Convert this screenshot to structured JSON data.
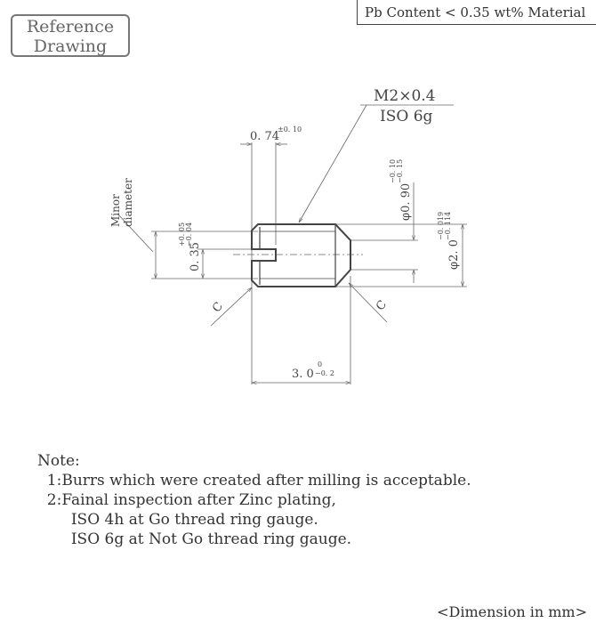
{
  "badge": {
    "line1": "Reference",
    "line2": "Drawing"
  },
  "material": "Pb Content < 0.35 wt% Material",
  "drawing": {
    "thread_spec": "M2×0.4",
    "thread_class": "ISO 6g",
    "slot_width": "0. 74",
    "slot_width_tol": "±0. 10",
    "minor_label_1": "Minor",
    "minor_label_2": "diameter",
    "slot_depth": "0. 35",
    "slot_depth_tol_upper": "+0. 05",
    "slot_depth_tol_lower": "−0. 04",
    "tip_dia": "φ0. 90",
    "tip_dia_tol_upper": "−0. 10",
    "tip_dia_tol_lower": "−0. 15",
    "outer_dia": "φ2. 0",
    "outer_dia_tol_upper": "−0. 019",
    "outer_dia_tol_lower": "−0. 114",
    "chamfer_left": "C",
    "chamfer_right": "C",
    "length": "3. 0",
    "length_tol_upper": "0",
    "length_tol_lower": "−0. 2"
  },
  "notes": {
    "title": "Note:",
    "items": [
      "  1:Burrs which were created after milling is acceptable.",
      "  2:Fainal inspection after Zinc plating,",
      "       ISO 4h at Go thread ring gauge.",
      "       ISO 6g at Not Go thread ring gauge."
    ]
  },
  "units": "<Dimension in mm>"
}
